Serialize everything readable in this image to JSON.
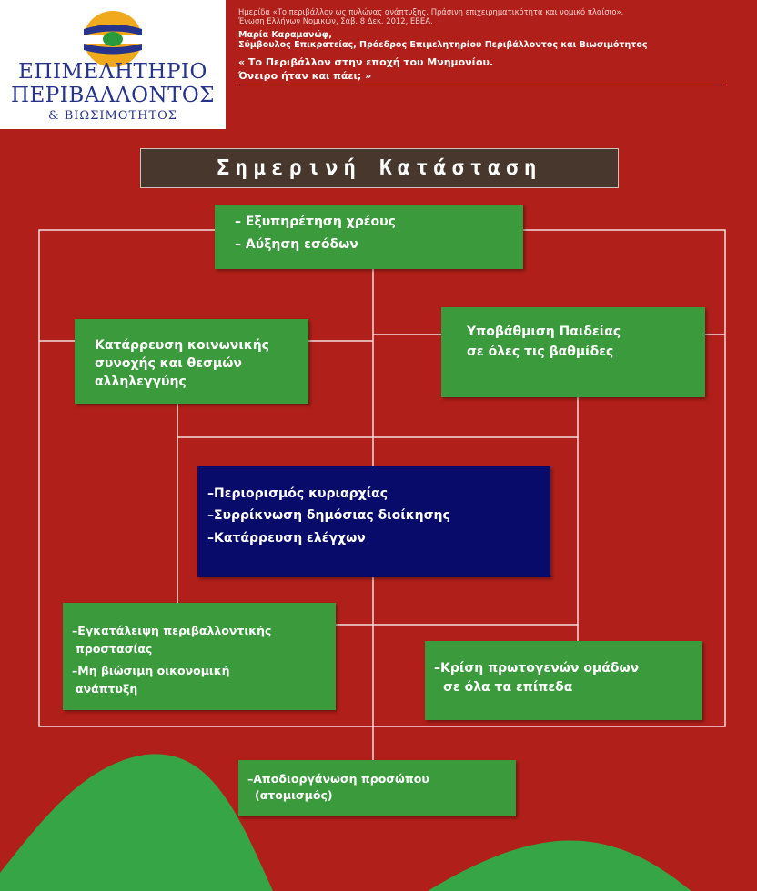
{
  "logo": {
    "line1": "ΕΠΙΜΕΛΗΤΗΡΙΟ",
    "line2": "ΠΕΡΙΒΑΛΛΟΝΤΟΣ",
    "line3": "& ΒΙΩΣΙΜΟΤΗΤΟΣ"
  },
  "header": {
    "event_line1": "Ημερίδα «Το περιβάλλον ως πυλώνας ανάπτυξης. Πράσινη επιχειρηματικότητα και νομικό πλαίσιο».",
    "event_line2": "Ένωση Ελλήνων Νομικών, Σάβ. 8 Δεκ. 2012, ΕΒΕΑ.",
    "author": "Μαρία Καραμανώφ,",
    "role": "Σύμβουλος Επικρατείας, Πρόεδρος Επιμελητηρίου Περιβάλλοντος και Βιωσιμότητος",
    "talk_line1": "« Το Περιβάλλον στην εποχή του Μνημονίου.",
    "talk_line2": "Όνειρο ήταν και πάει; »"
  },
  "title": "Σημερινή Κατάσταση",
  "boxes": {
    "debt": {
      "line1": "–  Εξυπηρέτηση χρέους",
      "line2": "–  Αύξηση εσόδων"
    },
    "cohesion": {
      "line1": "Κατάρρευση κοινωνικής",
      "line2": "συνοχής και θεσμών",
      "line3": "αλληλεγγύης"
    },
    "education": {
      "line1": "Υποβάθμιση Παιδείας",
      "line2": "σε όλες τις βαθμίδες"
    },
    "sovereignty": {
      "line1": "–Περιορισμός κυριαρχίας",
      "line2": "–Συρρίκνωση δημόσιας διοίκησης",
      "line3": "–Κατάρρευση ελέγχων"
    },
    "environment": {
      "line1": "–Εγκατάλειψη περιβαλλοντικής",
      "line2": "προστασίας",
      "line3": "–Μη βιώσιμη οικονομική",
      "line4": "ανάπτυξη"
    },
    "groups": {
      "line1": "–Κρίση πρωτογενών ομάδων",
      "line2": "σε όλα τα επίπεδα"
    },
    "individualism": {
      "line1": "–Αποδιοργάνωση προσώπου",
      "line2": "(ατομισμός)"
    }
  },
  "colors": {
    "background": "#b01f19",
    "green_box": "#3a9a3c",
    "navy_box": "#080b6a",
    "title_bar": "#47372c",
    "logo_text": "#27348b",
    "hill": "#36a545"
  }
}
